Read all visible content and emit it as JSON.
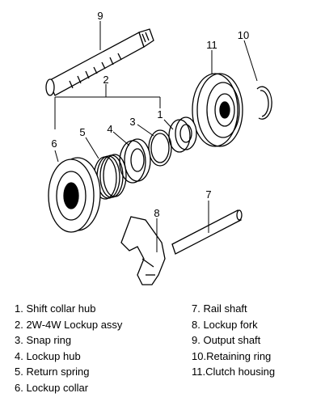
{
  "callouts": [
    "1",
    "2",
    "3",
    "4",
    "5",
    "6",
    "7",
    "8",
    "9",
    "10",
    "11"
  ],
  "legend": {
    "left": [
      "1.  Shift collar hub",
      "2.  2W-4W Lockup assy",
      "3.  Snap ring",
      "4.  Lockup hub",
      "5.  Return spring",
      "6.  Lockup collar"
    ],
    "right": [
      "7.  Rail shaft",
      "8.  Lockup fork",
      "9.  Output shaft",
      "10.Retaining ring",
      "11.Clutch housing"
    ]
  }
}
